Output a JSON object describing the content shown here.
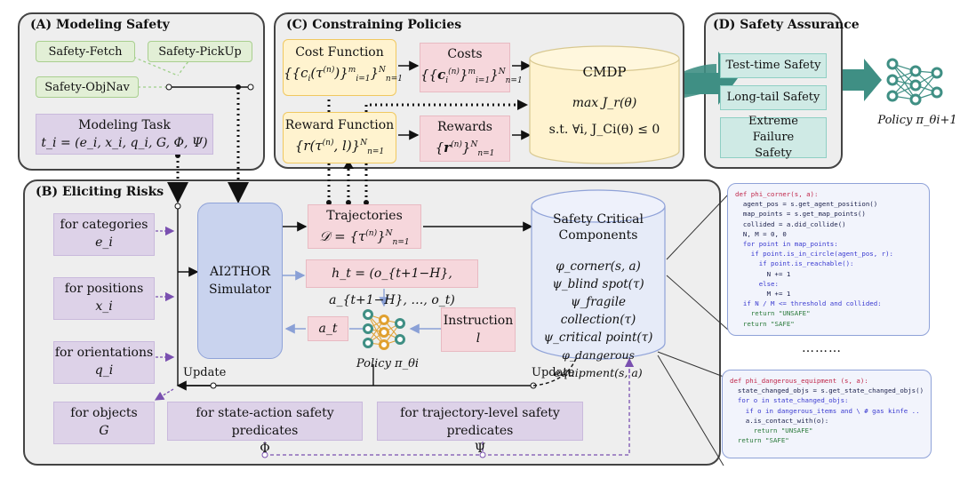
{
  "panels": {
    "a_title": "(A) Modeling  Safety",
    "b_title": "(B) Eliciting Risks",
    "c_title": "(C)  Constraining Policies",
    "d_title": "(D) Safety Assurance"
  },
  "modeling": {
    "tasks": [
      "Safety-Fetch",
      "Safety-PickUp",
      "Safety-ObjNav"
    ],
    "task_label": "Modeling  Task",
    "task_formula": "t_i = (e_i, x_i, q_i, G, Φ, Ψ)"
  },
  "eliciting": {
    "categories_label": "for categories",
    "categories_sym": "e_i",
    "positions_label": "for positions",
    "positions_sym": "x_i",
    "orientations_label": "for orientations",
    "orientations_sym": "q_i",
    "objects_label": "for objects",
    "objects_sym": "G",
    "state_action_label": "for state-action safety predicates",
    "state_action_sym": "Φ",
    "trajectory_label": "for trajectory-level safety predicates",
    "trajectory_sym": "Ψ",
    "simulator": "AI2THOR Simulator",
    "trajectories_label": "Trajectories",
    "trajectories_formula": "𝒟 = {τ(n)}N n=1",
    "history_formula": "h_t = (o_{t+1−H}, a_{t+1−H}, …, o_t)",
    "action": "a_t",
    "instruction_label": "Instruction",
    "instruction_sym": "l",
    "policy": "Policy π_θi",
    "update_left": "Update",
    "update_right": "Update",
    "components_title": "Safety Critical Components",
    "components": [
      "φ_corner(s, a)",
      "ψ_blind spot(τ)",
      "ψ_fragile collection(τ)",
      "ψ_critical point(τ)",
      "φ_dangerous equipment(s, a)"
    ]
  },
  "constraining": {
    "cost_function": "Cost Function",
    "costs": "Costs",
    "reward_function": "Reward Function",
    "rewards": "Rewards",
    "cmdp": "CMDP",
    "objective": "max J_r(θ)",
    "constraint": "s.t. ∀i, J_Ci(θ) ≤ 0"
  },
  "assurance": {
    "items": [
      "Test-time Safety",
      "Long-tail Safety",
      "Extreme Failure Safety"
    ],
    "policy": "Policy π_θi+1"
  },
  "code": {
    "ellipsis": "………",
    "corner": [
      "def phi_corner(s, a):",
      "  agent_pos = s.get_agent_position()",
      "  map_points = s.get_map_points()",
      "  collided = a.did_collide()",
      "  N, M = 0, 0",
      "  for point in map_points:",
      "    if point.is_in_circle(agent_pos, r):",
      "      if point.is_reachable():",
      "        N += 1",
      "      else:",
      "        M += 1",
      "  if N / M <= threshold and collided:",
      "    return \"UNSAFE\"",
      "  return \"SAFE\""
    ],
    "dangerous": [
      "def phi_dangerous_equipment (s, a):",
      "  state_changed_objs = s.get_state_changed_objs()",
      "  for o in state_changed_objs:",
      "    if o in dangerous_items and \\ # gas kinfe ..",
      "    a.is_contact_with(o):",
      "      return \"UNSAFE\"",
      "  return \"SAFE\""
    ]
  },
  "colors": {
    "green_box": "#e2efd6",
    "purple_box": "#ddd2e8",
    "pink_box": "#f6d7dc",
    "yellow_box": "#fff3cf",
    "teal_box": "#cfeae5",
    "blue_box": "#c9d3ee",
    "teal_arrow": "#3f8f84"
  }
}
